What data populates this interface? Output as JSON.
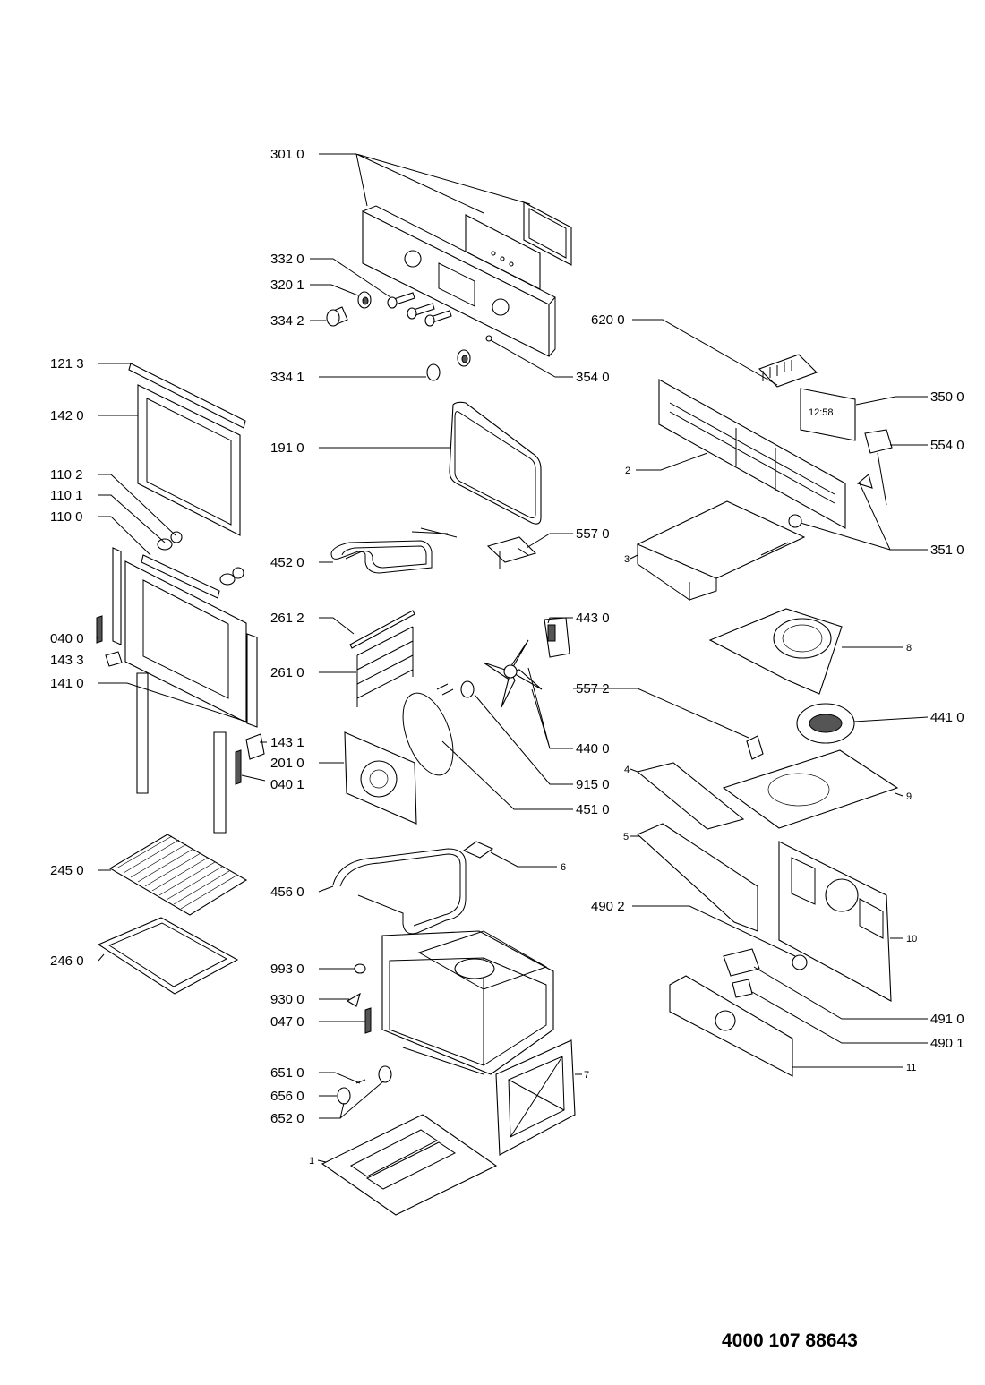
{
  "document_number": "4000 107 88643",
  "callouts": [
    {
      "id": "c-301-0",
      "text": "301 0"
    },
    {
      "id": "c-332-0",
      "text": "332 0"
    },
    {
      "id": "c-320-1",
      "text": "320 1"
    },
    {
      "id": "c-334-2",
      "text": "334 2"
    },
    {
      "id": "c-334-1",
      "text": "334 1"
    },
    {
      "id": "c-354-0",
      "text": "354 0"
    },
    {
      "id": "c-121-3",
      "text": "121 3"
    },
    {
      "id": "c-142-0",
      "text": "142 0"
    },
    {
      "id": "c-191-0",
      "text": "191 0"
    },
    {
      "id": "c-110-2",
      "text": "110 2"
    },
    {
      "id": "c-110-1",
      "text": "110 1"
    },
    {
      "id": "c-110-0",
      "text": "110 0"
    },
    {
      "id": "c-452-0",
      "text": "452 0"
    },
    {
      "id": "c-557-0",
      "text": "557 0"
    },
    {
      "id": "c-261-2",
      "text": "261 2"
    },
    {
      "id": "c-261-0",
      "text": "261 0"
    },
    {
      "id": "c-443-0",
      "text": "443 0"
    },
    {
      "id": "c-040-0",
      "text": "040 0"
    },
    {
      "id": "c-143-3",
      "text": "143 3"
    },
    {
      "id": "c-141-0",
      "text": "141 0"
    },
    {
      "id": "c-143-1",
      "text": "143 1"
    },
    {
      "id": "c-201-0",
      "text": "201 0"
    },
    {
      "id": "c-040-1",
      "text": "040 1"
    },
    {
      "id": "c-557-2",
      "text": "557 2"
    },
    {
      "id": "c-440-0",
      "text": "440 0"
    },
    {
      "id": "c-915-0",
      "text": "915 0"
    },
    {
      "id": "c-451-0",
      "text": "451 0"
    },
    {
      "id": "c-245-0",
      "text": "245 0"
    },
    {
      "id": "c-456-0",
      "text": "456 0"
    },
    {
      "id": "c-246-0",
      "text": "246 0"
    },
    {
      "id": "c-993-0",
      "text": "993 0"
    },
    {
      "id": "c-930-0",
      "text": "930 0"
    },
    {
      "id": "c-047-0",
      "text": "047 0"
    },
    {
      "id": "c-651-0",
      "text": "651 0"
    },
    {
      "id": "c-656-0",
      "text": "656 0"
    },
    {
      "id": "c-652-0",
      "text": "652 0"
    },
    {
      "id": "c-620-0",
      "text": "620 0"
    },
    {
      "id": "c-350-0",
      "text": "350 0"
    },
    {
      "id": "c-554-0",
      "text": "554 0"
    },
    {
      "id": "c-351-0",
      "text": "351 0"
    },
    {
      "id": "c-441-0",
      "text": "441 0"
    },
    {
      "id": "c-490-2",
      "text": "490 2"
    },
    {
      "id": "c-491-0",
      "text": "491 0"
    },
    {
      "id": "c-490-1",
      "text": "490 1"
    },
    {
      "id": "c-2",
      "text": "2"
    },
    {
      "id": "c-3",
      "text": "3"
    },
    {
      "id": "c-8",
      "text": "8"
    },
    {
      "id": "c-4",
      "text": "4"
    },
    {
      "id": "c-9",
      "text": "9"
    },
    {
      "id": "c-5",
      "text": "5"
    },
    {
      "id": "c-6",
      "text": "6"
    },
    {
      "id": "c-10",
      "text": "10"
    },
    {
      "id": "c-11",
      "text": "11"
    },
    {
      "id": "c-7",
      "text": "7"
    },
    {
      "id": "c-1",
      "text": "1"
    }
  ],
  "display_readout": "12:58"
}
